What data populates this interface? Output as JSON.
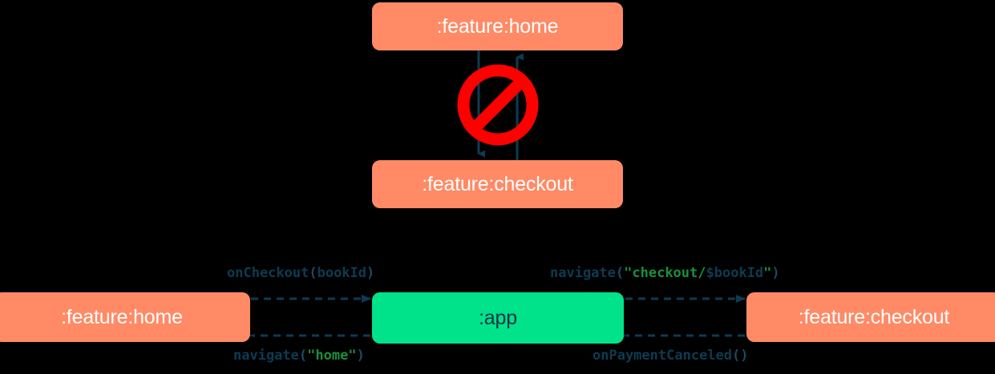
{
  "diagram": {
    "background": "#000000",
    "title_hidden": true,
    "palette": {
      "feature_node_fill": "#FF8A65",
      "feature_node_text": "#FFFFFF",
      "app_node_fill": "#00E38A",
      "app_node_text": "#0D3347",
      "edge_color": "#0D3B52",
      "label_text": "#0D3B52",
      "string_literal": "#1A8F3C",
      "forbidden_sign": "#FF0000"
    }
  },
  "top_section": {
    "description": "forbidden direct dependency between feature modules",
    "nodes": [
      {
        "id": "top-home",
        "label": ":feature:home",
        "type": "feature"
      },
      {
        "id": "top-checkout",
        "label": ":feature:checkout",
        "type": "feature"
      }
    ],
    "edges": [
      {
        "from": "top-home",
        "to": "top-checkout",
        "direction": "down",
        "style": "solid"
      },
      {
        "from": "top-checkout",
        "to": "top-home",
        "direction": "up",
        "style": "solid"
      }
    ],
    "badge": {
      "name": "forbidden-icon",
      "glyph": "no-entry-sign",
      "color": "#FF0000"
    }
  },
  "bottom_section": {
    "description": "navigation mediated by the app module",
    "nodes": [
      {
        "id": "bot-home",
        "label": ":feature:home",
        "type": "feature"
      },
      {
        "id": "bot-app",
        "label": ":app",
        "type": "app"
      },
      {
        "id": "bot-checkout",
        "label": ":feature:checkout",
        "type": "feature"
      }
    ],
    "edges": [
      {
        "id": "edge-oncheckout",
        "from": "bot-home",
        "to": "bot-app",
        "direction": "right",
        "style": "dashed",
        "label_plain": "onCheckout(bookId)",
        "label_tokens": [
          {
            "text": "onCheckout",
            "kind": "ident"
          },
          {
            "text": "(",
            "kind": "punct"
          },
          {
            "text": "bookId",
            "kind": "ident"
          },
          {
            "text": ")",
            "kind": "punct"
          }
        ]
      },
      {
        "id": "edge-navcheckout",
        "from": "bot-app",
        "to": "bot-checkout",
        "direction": "right",
        "style": "dashed",
        "label_plain": "navigate(\"checkout/$bookId\")",
        "label_tokens": [
          {
            "text": "navigate",
            "kind": "ident"
          },
          {
            "text": "(",
            "kind": "punct"
          },
          {
            "text": "\"checkout/",
            "kind": "string"
          },
          {
            "text": "$bookId",
            "kind": "ident"
          },
          {
            "text": "\"",
            "kind": "string"
          },
          {
            "text": ")",
            "kind": "punct"
          }
        ]
      },
      {
        "id": "edge-navhome",
        "from": "bot-app",
        "to": "bot-home",
        "direction": "left",
        "style": "dashed",
        "label_plain": "navigate(\"home\")",
        "label_tokens": [
          {
            "text": "navigate",
            "kind": "ident"
          },
          {
            "text": "(",
            "kind": "punct"
          },
          {
            "text": "\"home\"",
            "kind": "string"
          },
          {
            "text": ")",
            "kind": "punct"
          }
        ]
      },
      {
        "id": "edge-oncancel",
        "from": "bot-checkout",
        "to": "bot-app",
        "direction": "left",
        "style": "dashed",
        "label_plain": "onPaymentCanceled()",
        "label_tokens": [
          {
            "text": "onPaymentCanceled",
            "kind": "ident"
          },
          {
            "text": "()",
            "kind": "punct"
          }
        ]
      }
    ]
  }
}
